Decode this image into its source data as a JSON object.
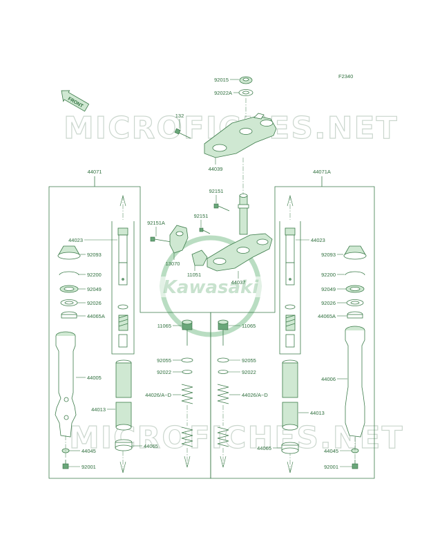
{
  "figure_code": "F2340",
  "front_tag": "FRONT",
  "watermark": "MICROFICHES.NET",
  "brand_logo": "Kawasaki",
  "colors": {
    "line": "#3a7a48",
    "fill": "#cfe8d2",
    "text": "#2d6e3c",
    "watermark": "#b9c9bd"
  },
  "labels": {
    "p92015": "92015",
    "p92022A": "92022A",
    "p132": "132",
    "p44039": "44039",
    "p44071": "44071",
    "p44071A": "44071A",
    "p92151_top": "92151",
    "p92151_mid": "92151",
    "p92151A": "92151A",
    "p13070": "13070",
    "p11051": "11051",
    "p44037": "44037",
    "l44023": "44023",
    "l92093": "92093",
    "l92200": "92200",
    "l92049": "92049",
    "l92026": "92026",
    "l44065A": "44065A",
    "l44005": "44005",
    "l44013": "44013",
    "l44045": "44045",
    "l92001": "92001",
    "c11065L": "11065",
    "c92055L": "92055",
    "c92022L": "92022",
    "c44026L": "44026/A~D",
    "c44065L": "44065",
    "c11065R": "11065",
    "c92055R": "92055",
    "c92022R": "92022",
    "c44026R": "44026/A~D",
    "r44023": "44023",
    "r92093": "92093",
    "r92200": "92200",
    "r92049": "92049",
    "r92026": "92026",
    "r44065A": "44065A",
    "r44006": "44006",
    "r44013": "44013",
    "r44065": "44065",
    "r44045": "44045",
    "r92001": "92001"
  }
}
